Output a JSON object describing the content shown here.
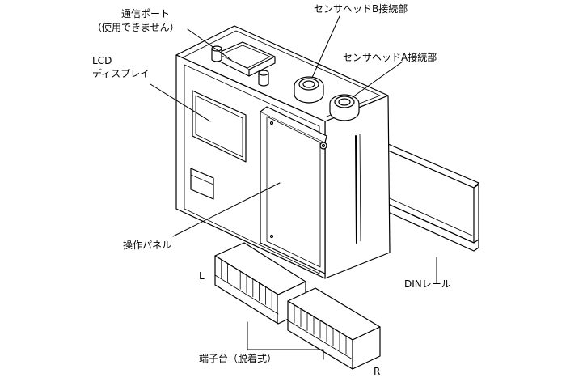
{
  "labels": {
    "comm_port": "通信ポート",
    "comm_port_note": "（使用できません）",
    "lcd": "LCD",
    "lcd_display": "ディスプレイ",
    "sensor_b": "センサヘッドB接続部",
    "sensor_a": "センサヘッドA接続部",
    "panel": "操作パネル",
    "din_rail": "DINレール",
    "terminal_block": "端子台（脱着式）",
    "terminal_l": "L",
    "terminal_r": "R"
  }
}
